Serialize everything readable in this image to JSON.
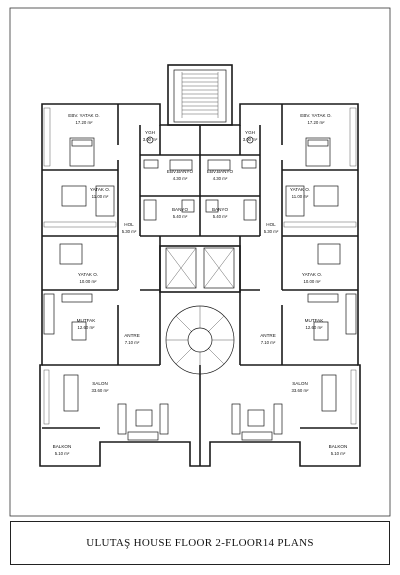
{
  "title": "ULUTAŞ HOUSE  FLOOR 2-FLOOR14  PLANS",
  "rooms": {
    "ebv_yatak_l": {
      "name": "EBV. YATAK O.",
      "area": "17.20 m²"
    },
    "ebv_yatak_r": {
      "name": "EBV. YATAK O.",
      "area": "17.20 m²"
    },
    "wc_l": {
      "name": "YGH",
      "area": "3.00 m²"
    },
    "wc_r": {
      "name": "YGH",
      "area": "3.00 m²"
    },
    "ebv_banyo_l": {
      "name": "EBV.BANYO",
      "area": "4.30 m²"
    },
    "ebv_banyo_r": {
      "name": "EBV.BANYO",
      "area": "4.30 m²"
    },
    "yatak1_l": {
      "name": "YATAK O.",
      "area": "11.00 m²"
    },
    "yatak1_r": {
      "name": "YATAK O.",
      "area": "11.00 m²"
    },
    "banyo_l": {
      "name": "BANYO",
      "area": "5.40 m²"
    },
    "banyo_r": {
      "name": "BANYO",
      "area": "5.40 m²"
    },
    "hol_l": {
      "name": "HOL",
      "area": "5.30 m²"
    },
    "hol_r": {
      "name": "HOL",
      "area": "5.30 m²"
    },
    "yatak2_l": {
      "name": "YATAK O.",
      "area": "10.00 m²"
    },
    "yatak2_r": {
      "name": "YATAK O.",
      "area": "10.00 m²"
    },
    "mutfak_l": {
      "name": "MUTFAK",
      "area": "12.60 m²"
    },
    "mutfak_r": {
      "name": "MUTFAK",
      "area": "12.60 m²"
    },
    "antre_l": {
      "name": "ANTRE",
      "area": "7.10 m²"
    },
    "antre_r": {
      "name": "ANTRE",
      "area": "7.10 m²"
    },
    "salon_l": {
      "name": "SALON",
      "area": "33.60 m²"
    },
    "salon_r": {
      "name": "SALON",
      "area": "33.60 m²"
    },
    "balkon_l": {
      "name": "BALKON",
      "area": "5.10 m²"
    },
    "balkon_r": {
      "name": "BALKON",
      "area": "5.10 m²"
    }
  }
}
